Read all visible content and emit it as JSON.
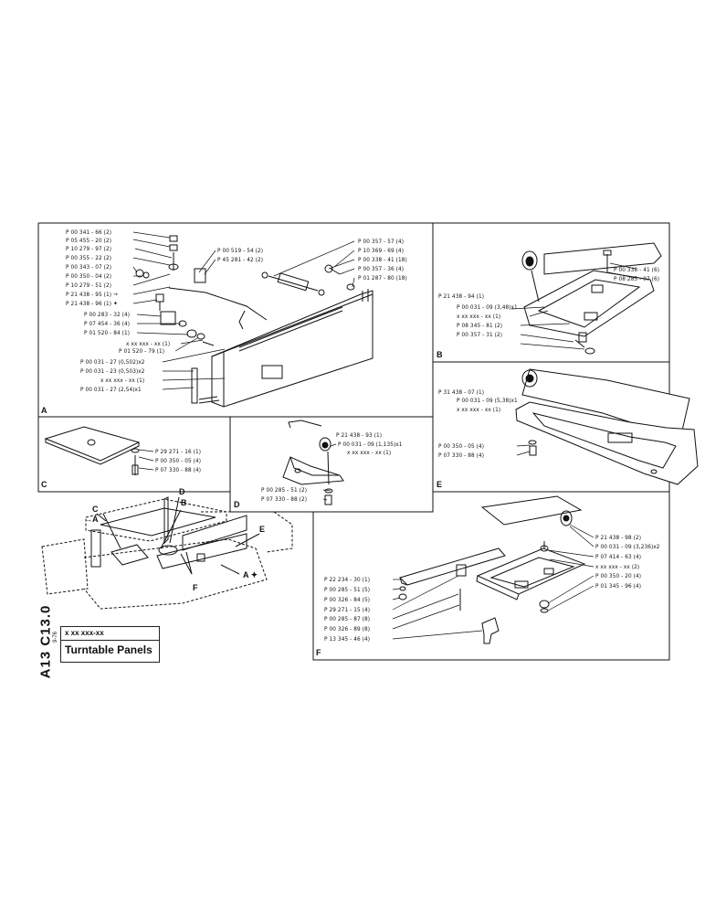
{
  "sheet": {
    "doc_code": "A13 C13.0",
    "part_no": "x xx xxx-xx",
    "title": "Turntable Panels",
    "date": "9-76"
  },
  "sections": [
    "A",
    "B",
    "C",
    "D",
    "E",
    "F"
  ],
  "overview_labels": [
    "C",
    "D",
    "B",
    "A",
    "E",
    "A",
    "F"
  ],
  "callouts": {
    "A_left": [
      "P 00 341 - 66 (2)",
      "P 05 455 - 20 (2)",
      "P 10 279 - 97 (2)",
      "P 00 355 - 22 (2)",
      "P 00 343 - 07 (2)",
      "P 00 350 - 04 (2)",
      "P 10 279 - 51 (2)",
      "P 21 438 - 95 (1)",
      "P 21 438 - 96 (1)",
      "P 00 283 - 32 (4)",
      "P 07 454 - 36 (4)",
      "P 01 520 - 84 (1)",
      "x xx xxx - xx (1)",
      "P 01 520 - 79 (1)",
      "P 00 031 - 27 (0,502)x2",
      "P 00 031 - 23 (0,503)x2",
      "x xx xxx - xx (1)",
      "P 00 031 - 27 (2,54)x1"
    ],
    "A_top": [
      "P 00 519 - 54 (2)",
      "P 45 281 - 42 (2)"
    ],
    "A_right": [
      "P 00 357 - 57 (4)",
      "P 10 369 - 69 (4)",
      "P 00 338 - 41 (18)",
      "P 00 357 - 36 (4)",
      "P 01 287 - 80 (18)"
    ],
    "B_right": [
      "P 00 338 - 41 (6)",
      "P 08 285 - 07 (6)"
    ],
    "B_left": [
      "P 21 438 - 94 (1)",
      "P 00 031 - 09 (3,48)x1",
      "x xx xxx - xx (1)",
      "P 08 345 - 81 (2)",
      "P 00 357 - 31 (2)"
    ],
    "C": [
      "P 29 271 - 16 (1)",
      "P 00 350 - 05 (4)",
      "P 07 330 - 88 (4)"
    ],
    "D": [
      "P 21 438 - 93 (1)",
      "P 00 031 - 09 (1,135)x1",
      "x xx xxx - xx (1)",
      "P 00 285 - 51 (2)",
      "P 07 330 - 88 (2)"
    ],
    "E": [
      "P 31 438 - 07 (1)",
      "P 00 031 - 09 (5,38)x1",
      "x xx xxx - xx (1)",
      "P 00 350 - 05 (4)",
      "P 07 330 - 88 (4)"
    ],
    "F_right": [
      "P 21 438 - 98 (2)",
      "P 00 031 - 09 (3,236)x2",
      "P 07 414 - 63 (4)",
      "x xx xxx - xx (2)",
      "P 00 350 - 20 (4)",
      "P 01 345 - 96 (4)"
    ],
    "F_left": [
      "P 22 234 - 30 (1)",
      "P 00 285 - 51 (5)",
      "P 00 326 - 84 (5)",
      "P 29 271 - 15 (4)",
      "P 00 285 - 87 (8)",
      "P 00 326 - 89 (8)",
      "P 13 345 - 46 (4)"
    ]
  }
}
